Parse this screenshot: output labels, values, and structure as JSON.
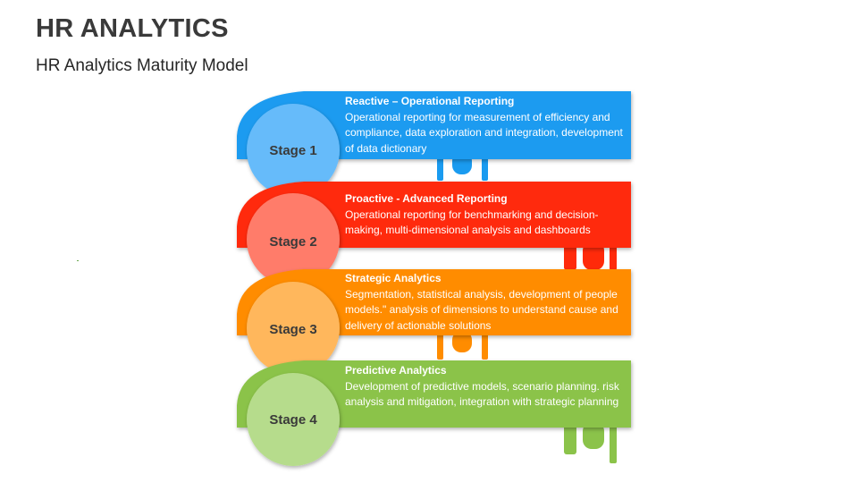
{
  "header": {
    "title": "HR ANALYTICS",
    "subtitle": "HR Analytics Maturity Model"
  },
  "stages": [
    {
      "label": "Stage 1",
      "heading": "Reactive – Operational Reporting",
      "description": "Operational reporting for measurement of efficiency and compliance, data exploration and integration, development of data dictionary",
      "color": "#1a9bf0",
      "light": "#66bbfa"
    },
    {
      "label": "Stage 2",
      "heading": "Proactive - Advanced Reporting",
      "description": "Operational reporting for benchmarking and decision-making, multi-dimensional analysis and dashboards",
      "color": "#ff2a0a",
      "light": "#ff7c6a"
    },
    {
      "label": "Stage 3",
      "heading": "Strategic Analytics",
      "description": "Segmentation, statistical analysis, development of people models.\" analysis of dimensions to understand cause and delivery of actionable solutions",
      "color": "#ff8c00",
      "light": "#ffb75c"
    },
    {
      "label": "Stage 4",
      "heading": "Predictive Analytics",
      "description": "Development of predictive models, scenario planning. risk analysis and mitigation, integration with strategic planning",
      "color": "#8bc34a",
      "light": "#b6dc8c"
    }
  ]
}
